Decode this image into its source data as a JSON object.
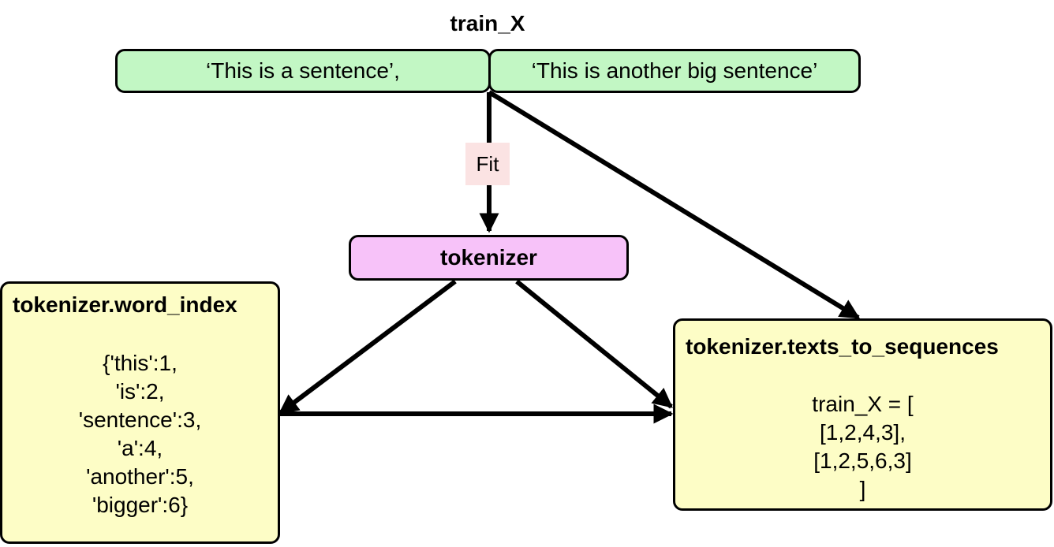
{
  "title": "train_X",
  "sentences": [
    "‘This is a sentence’,",
    "‘This is another big sentence’"
  ],
  "edge_label": "Fit",
  "tokenizer": {
    "label": "tokenizer"
  },
  "word_index": {
    "title": "tokenizer.word_index",
    "lines": [
      "{'this':1,",
      "'is':2,",
      "'sentence':3,",
      "'a':4,",
      "'another':5,",
      "'bigger':6}"
    ]
  },
  "texts_to_sequences": {
    "title": "tokenizer.texts_to_sequences",
    "lines": [
      "train_X = [",
      "[1,2,4,3],",
      "[1,2,5,6,3]",
      "]"
    ]
  },
  "colors": {
    "sentence_fill": "#c2f7c4",
    "tokenizer_fill": "#f7c2f9",
    "output_fill": "#fdfdc6",
    "fit_label_bg": "#fbe3e3",
    "stroke": "#000000"
  }
}
